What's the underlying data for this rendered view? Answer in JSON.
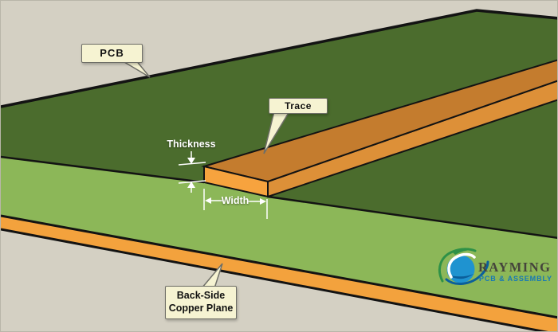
{
  "callouts": {
    "pcb": {
      "label": "PCB"
    },
    "trace": {
      "label": "Trace"
    },
    "backside": {
      "line1": "Back-Side",
      "line2": "Copper Plane"
    }
  },
  "dimensions": {
    "thickness": "Thickness",
    "width": "Width"
  },
  "logo": {
    "name": "RAYMING",
    "tagline": "PCB & ASSEMBLY"
  },
  "colors": {
    "background": "#d4d0c3",
    "pcb_top": "#4b6c2d",
    "substrate_side": "#8cb758",
    "copper_plane": "#f3a23d",
    "trace_top": "#c47c2e",
    "trace_side": "#dd9038",
    "trace_front": "#f7a33e",
    "edge": "#131313",
    "dimension_marks": "#ffffff",
    "callout_fill": "#f6f3d2",
    "callout_border": "#6f6f68",
    "logo_globe": "#1f93d0",
    "logo_swoosh_green": "#2e9147",
    "logo_swoosh_teal": "#0b5f9b",
    "logo_name_color": "#45443c",
    "logo_tagline_color": "#1779b5"
  }
}
